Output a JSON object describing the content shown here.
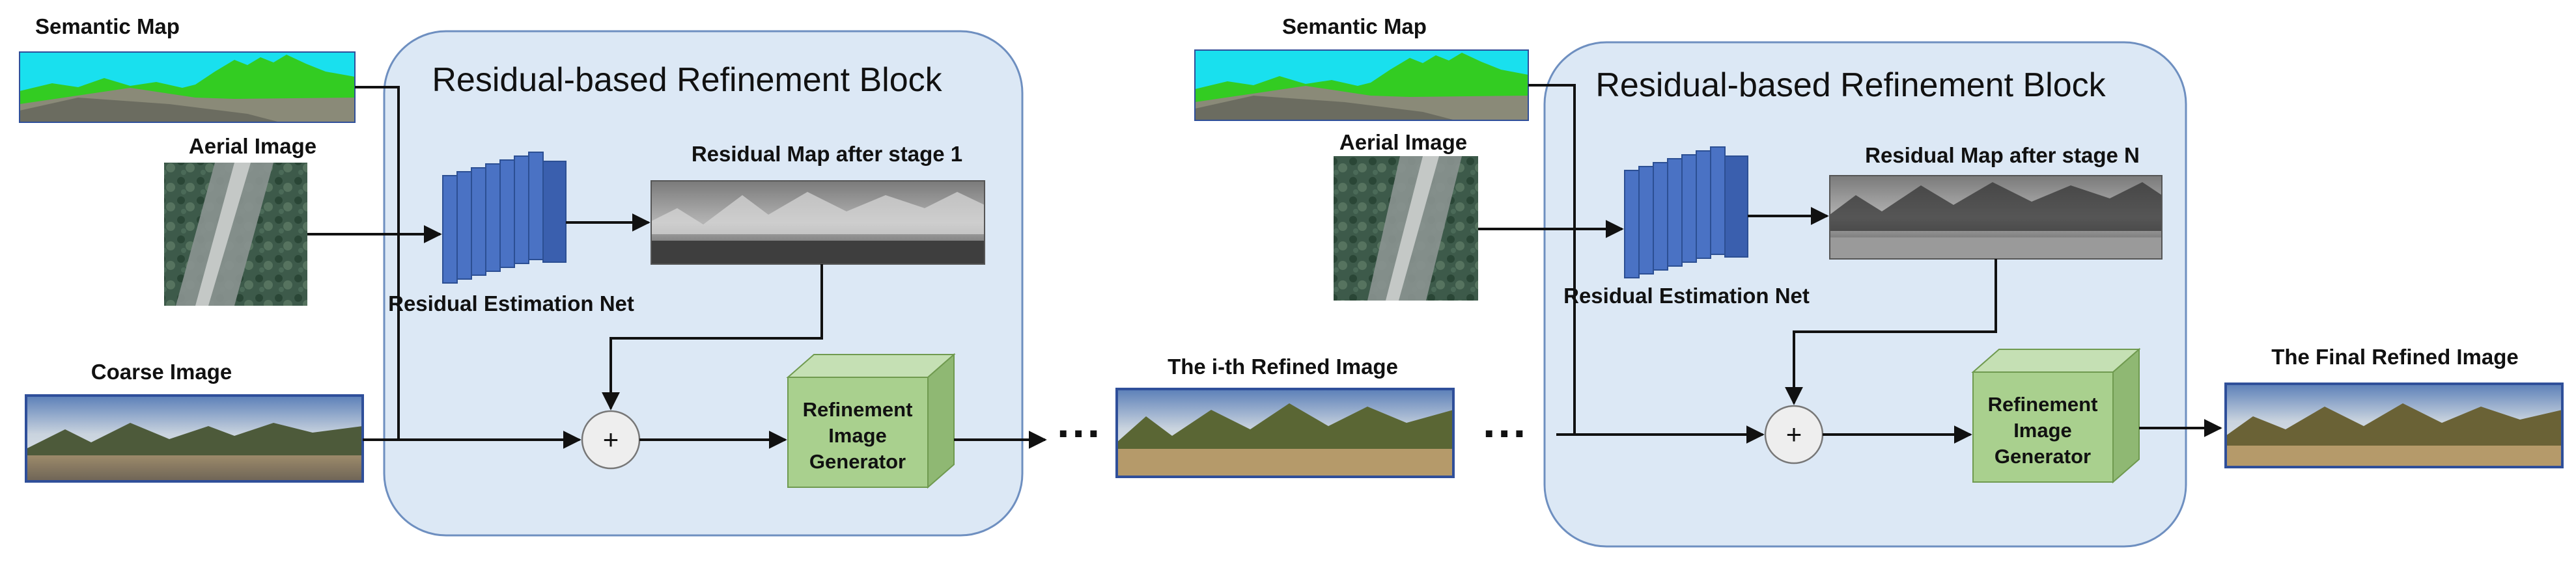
{
  "diagram": {
    "blocks": [
      {
        "title": "Residual-based Refinement Block",
        "inputs": {
          "semantic_map_label": "Semantic Map",
          "aerial_image_label": "Aerial Image",
          "coarse_image_label": "Coarse Image"
        },
        "net_label": "Residual Estimation Net",
        "residual_map_label": "Residual Map after stage 1",
        "generator_lines": [
          "Refinement",
          "Image",
          "Generator"
        ],
        "plus_symbol": "+"
      },
      {
        "title": "Residual-based Refinement Block",
        "inputs": {
          "semantic_map_label": "Semantic Map",
          "aerial_image_label": "Aerial Image"
        },
        "net_label": "Residual Estimation Net",
        "residual_map_label": "Residual Map after stage N",
        "generator_lines": [
          "Refinement",
          "Image",
          "Generator"
        ],
        "plus_symbol": "+"
      }
    ],
    "intermediate_label": "The i-th Refined Image",
    "final_label": "The Final Refined Image",
    "ellipsis": "···",
    "colors": {
      "block_fill": "#dce8f5",
      "block_stroke": "#6e8fc0",
      "net_blue": "#4a72c4",
      "generator_green": "#a9d08e",
      "generator_stroke": "#6f9a4f",
      "sky_cyan": "#19e0ee",
      "vegetation_green": "#33cc22",
      "ground_gray": "#8a8a78",
      "image_border": "#2f4f9a"
    }
  }
}
